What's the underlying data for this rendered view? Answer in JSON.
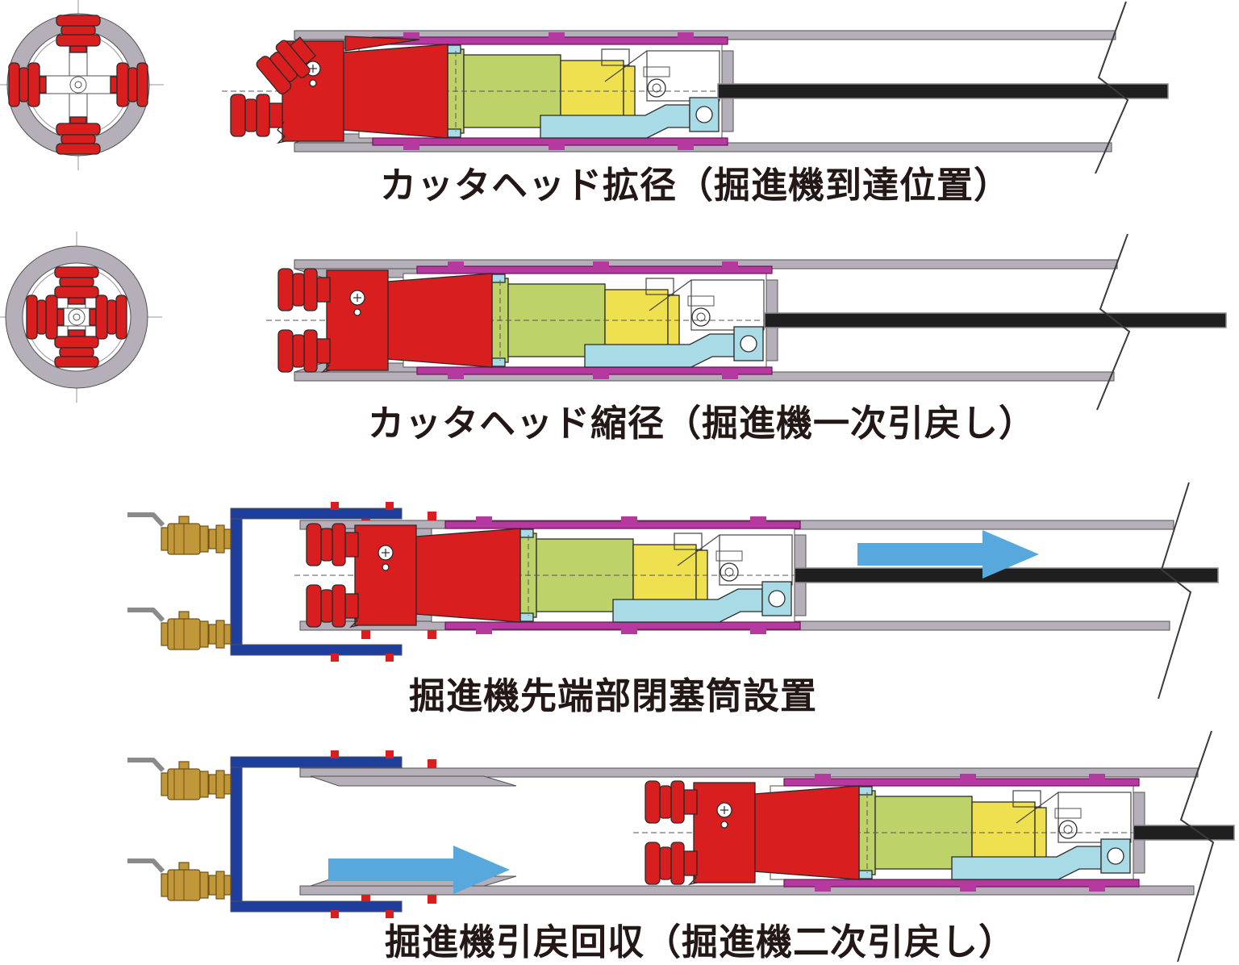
{
  "diagram": {
    "description": "Tunnel boring machine retrieval sequence, four stages, side sections with front cross-section views",
    "stages": [
      {
        "caption": "カッタヘッド拡径（掘進機到達位置）",
        "cutter_state": "expanded",
        "has_cross_section": true,
        "has_closure_cylinder": false,
        "arrow": null
      },
      {
        "caption": "カッタヘッド縮径（掘進機一次引戻し）",
        "cutter_state": "retracted",
        "has_cross_section": true,
        "has_closure_cylinder": false,
        "arrow": null
      },
      {
        "caption": "掘進機先端部閉塞筒設置",
        "cutter_state": "retracted",
        "has_cross_section": false,
        "has_closure_cylinder": true,
        "arrow": "right"
      },
      {
        "caption": "掘進機引戻回収（掘進機二次引戻し）",
        "cutter_state": "retracted",
        "has_cross_section": false,
        "has_closure_cylinder": true,
        "arrow": "right"
      }
    ],
    "colors": {
      "cutter_red": "#d81e1e",
      "body_green": "#bdd36a",
      "drive_yellow": "#efe04f",
      "pipe_cyan": "#a9dbe6",
      "lining_magenta": "#b5399e",
      "tunnel_gray": "#b5afb9",
      "closure_blue": "#1e3e9d",
      "valve_brass": "#c09739",
      "arrow_blue": "#57a8dd",
      "pipe_black": "#1f1f1f"
    }
  }
}
